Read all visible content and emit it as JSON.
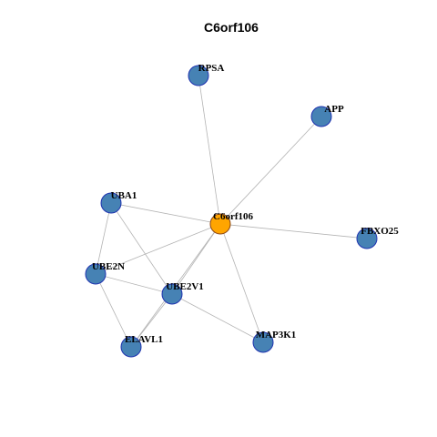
{
  "title": "C6orf106",
  "colors": {
    "hub_fill": "#FFA500",
    "hub_stroke": "#8B4513",
    "node_fill": "#4682B4",
    "node_stroke": "#1F33B0",
    "edge": "#B3B3B3"
  },
  "nodes": [
    {
      "id": "C6orf106",
      "label": "C6orf106",
      "role": "hub"
    },
    {
      "id": "RPSA",
      "label": "RPSA",
      "role": "neighbor"
    },
    {
      "id": "APP",
      "label": "APP",
      "role": "neighbor"
    },
    {
      "id": "UBA1",
      "label": "UBA1",
      "role": "neighbor"
    },
    {
      "id": "FBXO25",
      "label": "FBXO25",
      "role": "neighbor"
    },
    {
      "id": "UBE2N",
      "label": "UBE2N",
      "role": "neighbor"
    },
    {
      "id": "UBE2V1",
      "label": "UBE2V1",
      "role": "neighbor"
    },
    {
      "id": "ELAVL1",
      "label": "ELAVL1",
      "role": "neighbor"
    },
    {
      "id": "MAP3K1",
      "label": "MAP3K1",
      "role": "neighbor"
    }
  ],
  "edges": [
    [
      "C6orf106",
      "RPSA"
    ],
    [
      "C6orf106",
      "APP"
    ],
    [
      "C6orf106",
      "UBA1"
    ],
    [
      "C6orf106",
      "FBXO25"
    ],
    [
      "C6orf106",
      "UBE2N"
    ],
    [
      "C6orf106",
      "UBE2V1"
    ],
    [
      "C6orf106",
      "ELAVL1"
    ],
    [
      "C6orf106",
      "MAP3K1"
    ],
    [
      "UBA1",
      "UBE2N"
    ],
    [
      "UBA1",
      "UBE2V1"
    ],
    [
      "UBE2N",
      "UBE2V1"
    ],
    [
      "UBE2N",
      "ELAVL1"
    ],
    [
      "UBE2V1",
      "ELAVL1"
    ],
    [
      "UBE2V1",
      "MAP3K1"
    ]
  ]
}
